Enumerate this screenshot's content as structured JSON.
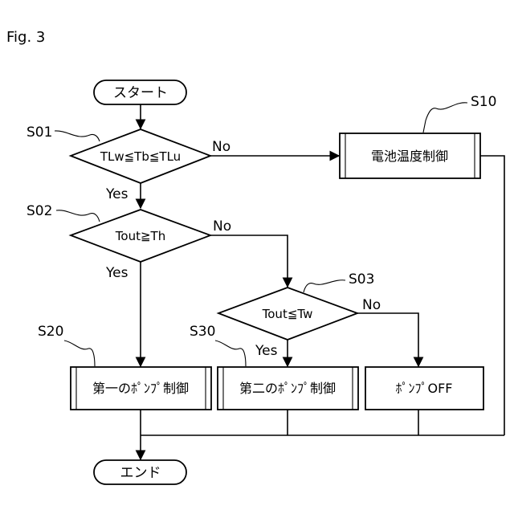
{
  "figure_label": "Fig. 3",
  "start": "スタート",
  "end": "エンド",
  "steps": {
    "s01": {
      "id": "S01",
      "condition": "TLw≦Tb≦TLu"
    },
    "s02": {
      "id": "S02",
      "condition": "Tout≧Th"
    },
    "s03": {
      "id": "S03",
      "condition": "Tout≦Tw"
    },
    "s10": {
      "id": "S10",
      "label": "電池温度制御"
    },
    "s20": {
      "id": "S20",
      "label": "第一のﾎﾟﾝﾌﾟ制御"
    },
    "s30": {
      "id": "S30",
      "label": "第二のﾎﾟﾝﾌﾟ制御"
    },
    "off": {
      "label": "ﾎﾟﾝﾌﾟOFF"
    }
  },
  "branches": {
    "s01_yes": "Yes",
    "s01_no": "No",
    "s02_yes": "Yes",
    "s02_no": "No",
    "s03_yes": "Yes",
    "s03_no": "No"
  }
}
